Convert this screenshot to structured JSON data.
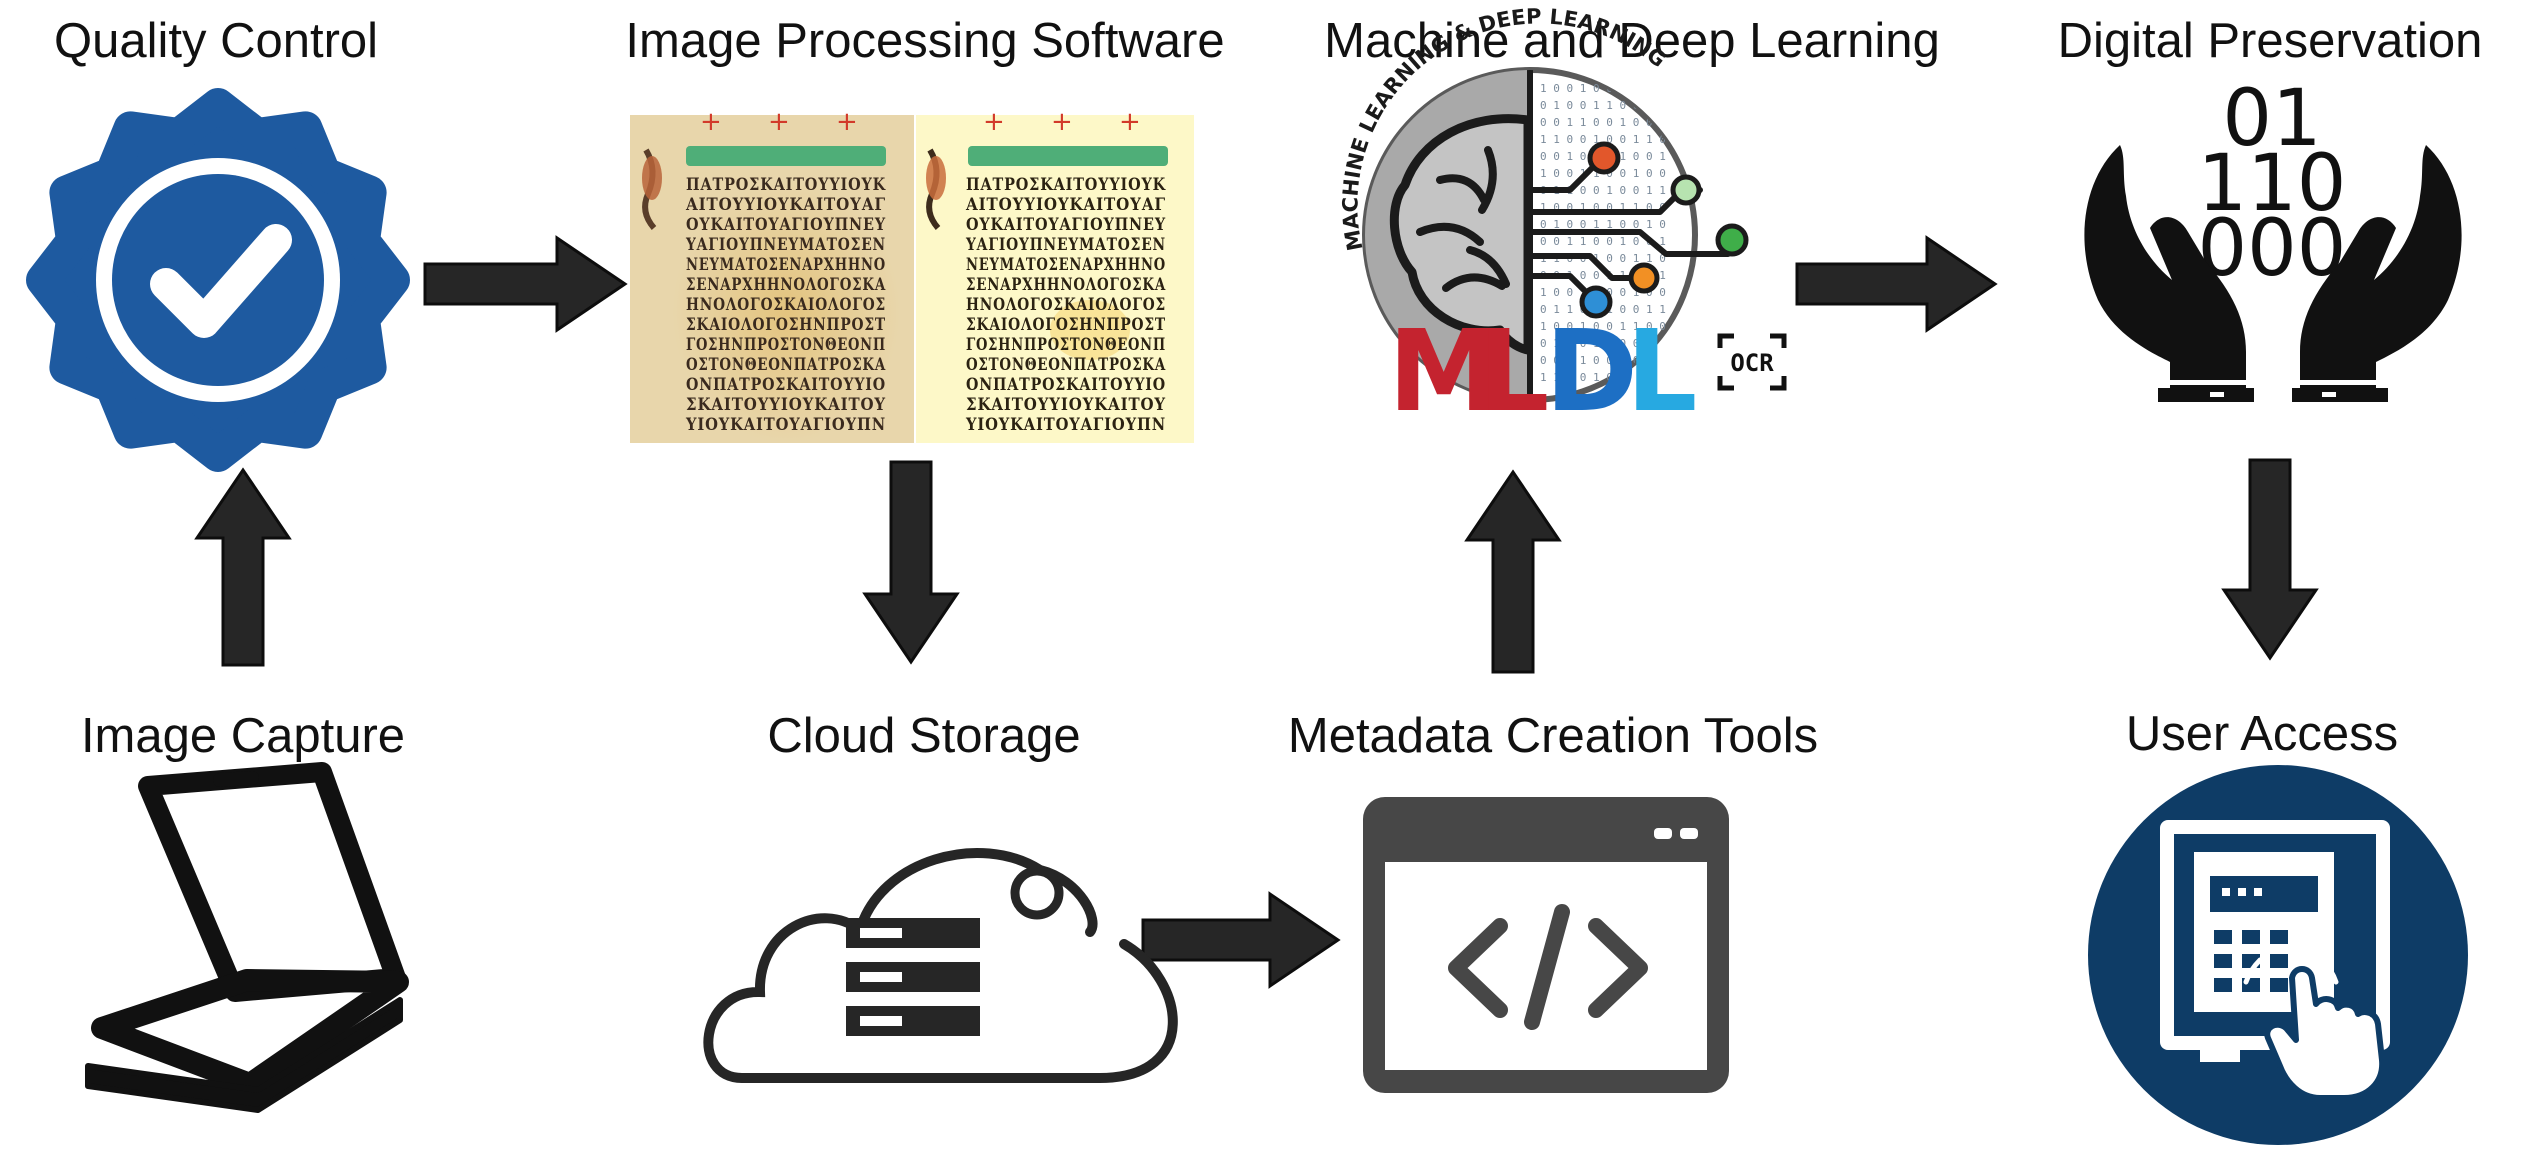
{
  "nodes": {
    "quality_control": {
      "label": "Quality Control"
    },
    "image_processing": {
      "label": "Image Processing Software"
    },
    "ml_dl": {
      "label": "Machine and Deep Learning",
      "logo_ring_text": "MACHINE LEARNING & DEEP LEARNING",
      "logo_letters": [
        "M",
        "L",
        "D",
        "L"
      ],
      "ocr_badge": "OCR"
    },
    "digital_preservation": {
      "label": "Digital Preservation",
      "binary_rows": [
        "01",
        "110",
        "000"
      ]
    },
    "image_capture": {
      "label": "Image Capture"
    },
    "cloud_storage": {
      "label": "Cloud Storage"
    },
    "metadata_tools": {
      "label": "Metadata Creation Tools",
      "code_glyph": "</>"
    },
    "user_access": {
      "label": "User Access"
    }
  },
  "colors": {
    "arrow": "#262626",
    "quality_badge": "#1e5aa0",
    "user_access_bg": "#0e3c66",
    "mldl_red": "#c4232f",
    "mldl_blue": "#1d6fc4",
    "mldl_cyan": "#27a9e1",
    "parchment": "#e8d6ab",
    "parchment_enhanced": "#fdf8c8",
    "heading_band": "#4fae78"
  },
  "edges": [
    {
      "from": "image_capture",
      "to": "quality_control"
    },
    {
      "from": "quality_control",
      "to": "image_processing"
    },
    {
      "from": "image_processing",
      "to": "cloud_storage"
    },
    {
      "from": "cloud_storage",
      "to": "metadata_tools"
    },
    {
      "from": "metadata_tools",
      "to": "ml_dl"
    },
    {
      "from": "ml_dl",
      "to": "digital_preservation"
    },
    {
      "from": "digital_preservation",
      "to": "user_access"
    }
  ]
}
